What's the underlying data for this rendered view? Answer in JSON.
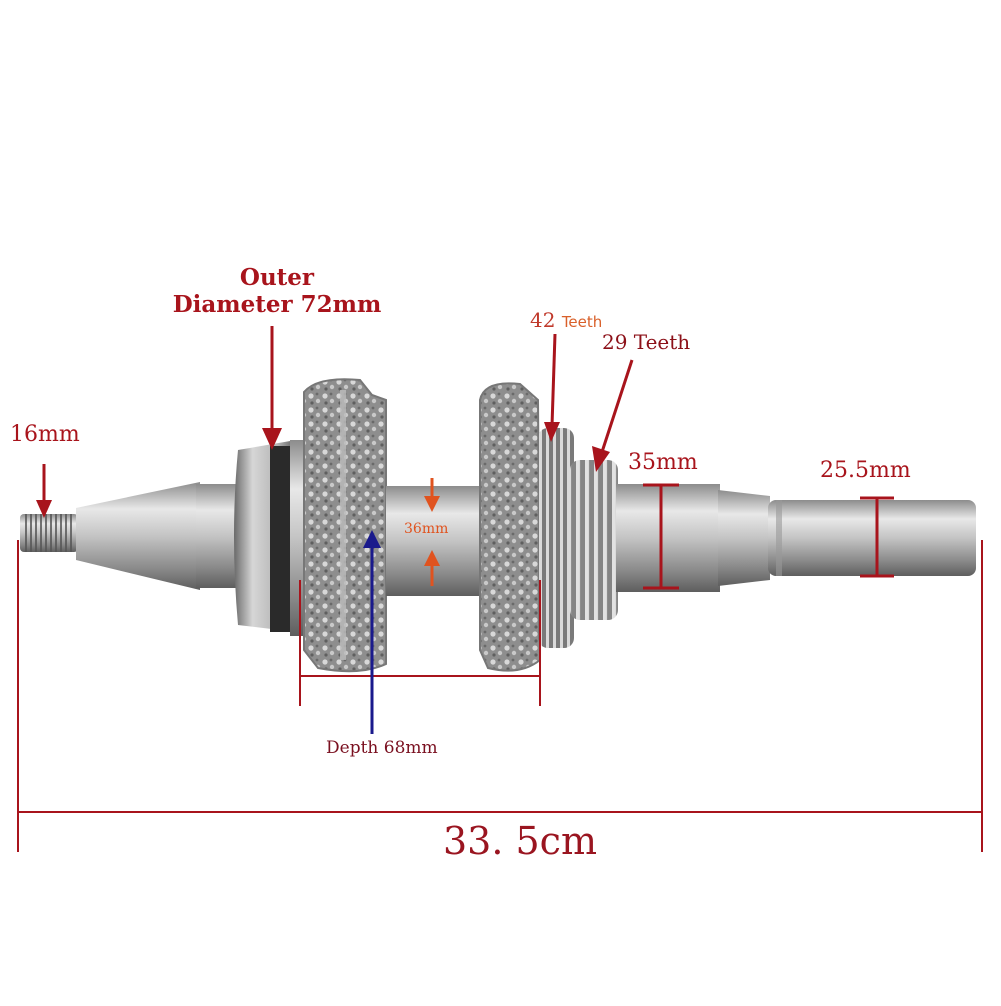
{
  "labels": {
    "outer_diameter_line1": "Outer",
    "outer_diameter_line2": "Diameter 72mm",
    "thread_dia": "16mm",
    "gear42_num": "42",
    "gear42_word": "Teeth",
    "gear29": "29 Teeth",
    "journal_35": "35mm",
    "shaft_25": "25.5mm",
    "crankpin": "36mm",
    "depth": "Depth 68mm",
    "total_length": "33. 5cm"
  },
  "colors": {
    "annotation_red": "#a8141c",
    "annotation_orange": "#e0531f",
    "annotation_blue": "#1a1a8c",
    "depth_text": "#7a1020"
  }
}
